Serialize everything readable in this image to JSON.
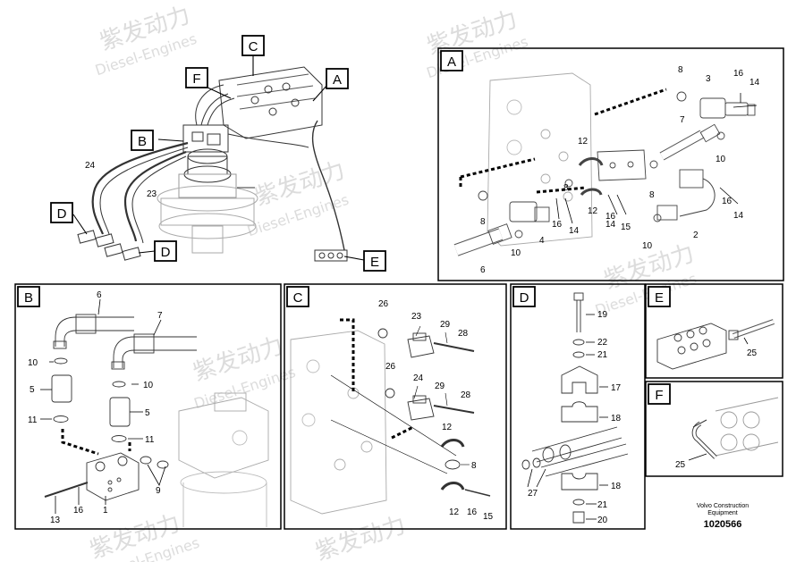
{
  "watermark": {
    "brand_cn": "紫发动力",
    "brand_en": "Diesel-Engines"
  },
  "overview": {
    "labels": {
      "c": "C",
      "f": "F",
      "a": "A",
      "b": "B",
      "d1": "D",
      "d2": "D",
      "e": "E"
    },
    "callouts": {
      "n24": "24",
      "n23": "23"
    }
  },
  "panels": {
    "a": {
      "letter": "A",
      "callouts": [
        "8",
        "3",
        "16",
        "14",
        "7",
        "12",
        "10",
        "8",
        "8",
        "12",
        "16",
        "14",
        "8",
        "16",
        "14",
        "2",
        "4",
        "16",
        "14",
        "15",
        "10",
        "6",
        "10"
      ]
    },
    "b": {
      "letter": "B",
      "callouts": [
        "6",
        "7",
        "10",
        "10",
        "5",
        "5",
        "11",
        "11",
        "9",
        "13",
        "16",
        "1"
      ]
    },
    "c": {
      "letter": "C",
      "callouts": [
        "26",
        "23",
        "29",
        "28",
        "26",
        "24",
        "29",
        "28",
        "12",
        "8",
        "12",
        "16",
        "15"
      ]
    },
    "d": {
      "letter": "D",
      "callouts": [
        "19",
        "22",
        "21",
        "17",
        "18",
        "27",
        "21",
        "18",
        "20"
      ]
    },
    "e": {
      "letter": "E",
      "callouts": [
        "25"
      ]
    },
    "f": {
      "letter": "F",
      "callouts": [
        "25"
      ]
    }
  },
  "footer": {
    "line1": "Volvo Construction",
    "line2": "Equipment",
    "code": "1020566"
  }
}
